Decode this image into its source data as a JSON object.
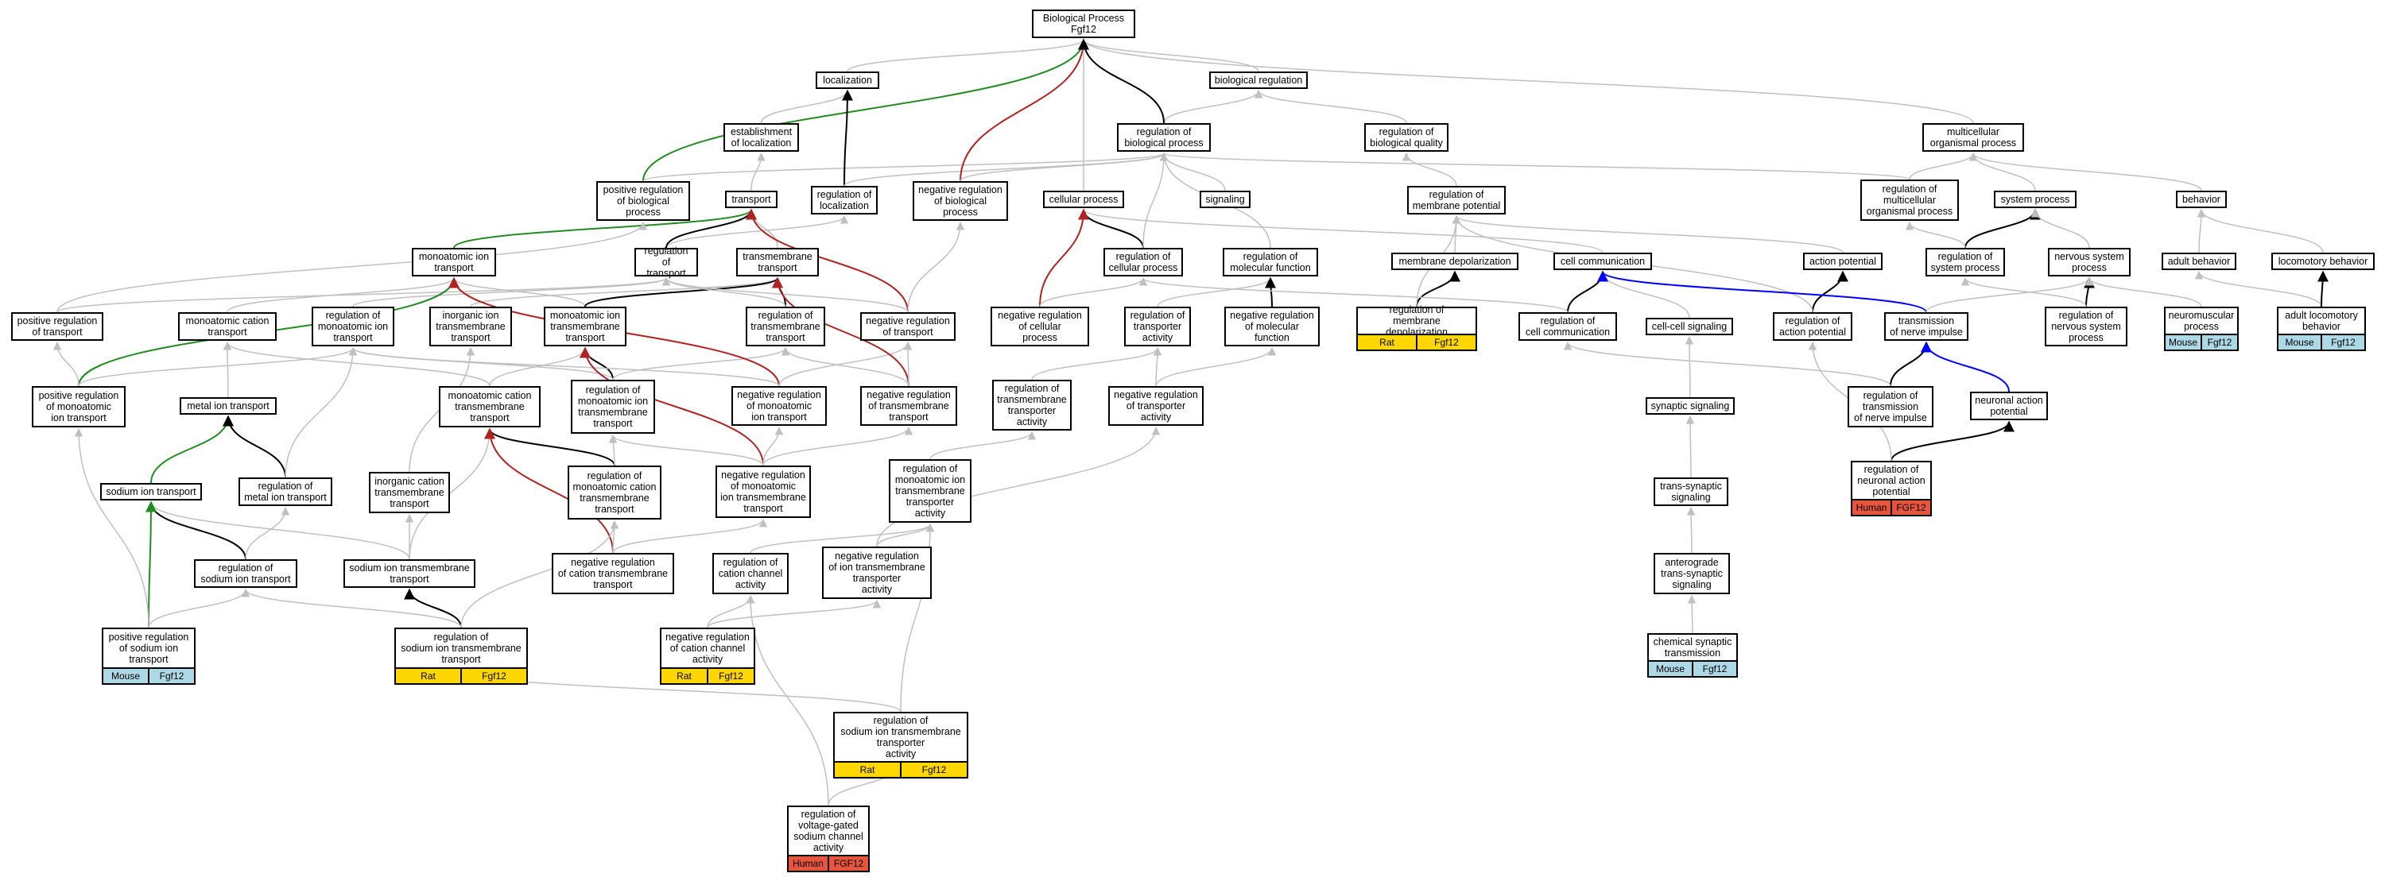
{
  "colors": {
    "gray": "#c0c0c0",
    "black": "#000000",
    "red": "#b22222",
    "green": "#228b22",
    "blue": "#0000ff",
    "rat": "#ffd700",
    "mouse": "#add8e6",
    "human": "#e8553d"
  },
  "nodes": {
    "bp": "Biological Process\nFgf12",
    "localization": "localization",
    "bioreg": "biological regulation",
    "establoc": "establishment\nof localization",
    "regbp": "regulation of\nbiological process",
    "regbq": "regulation of\nbiological quality",
    "multorg": "multicellular\norganismal process",
    "posregbp": "positive regulation\nof biological\nprocess",
    "transport": "transport",
    "regloc": "regulation of\nlocalization",
    "negregbp": "negative regulation\nof biological\nprocess",
    "cellproc": "cellular process",
    "signaling": "signaling",
    "regmempot": "regulation of\nmembrane potential",
    "regmultorg": "regulation of\nmulticellular\norganismal process",
    "sysproc": "system process",
    "behavior": "behavior",
    "monoion": "monoatomic ion\ntransport",
    "regtransport": "regulation of\ntransport",
    "tmtransport": "transmembrane\ntransport",
    "regcellproc": "regulation of\ncellular process",
    "regmolfunc": "regulation of\nmolecular function",
    "memdepol": "membrane depolarization",
    "cellcomm": "cell communication",
    "actpot": "action potential",
    "regsysproc": "regulation of\nsystem process",
    "nervsys": "nervous system\nprocess",
    "adultbeh": "adult behavior",
    "locobeh": "locomotory behavior",
    "posregtransport": "positive regulation\nof transport",
    "monocation": "monoatomic cation\ntransport",
    "regmonoion": "regulation of\nmonoatomic ion\ntransport",
    "inorgiontm": "inorganic ion\ntransmembrane\ntransport",
    "monoiontm": "monoatomic ion\ntransmembrane\ntransport",
    "regtmtransport": "regulation of\ntransmembrane\ntransport",
    "negregtransport": "negative regulation\nof transport",
    "negregcellproc": "negative regulation\nof cellular\nprocess",
    "regtransporteract": "regulation of\ntransporter\nactivity",
    "negregmolfunc": "negative regulation\nof molecular\nfunction",
    "regmemdepol": "regulation of\nmembrane depolarization",
    "regcellcomm": "regulation of\ncell communication",
    "cellcellsig": "cell-cell signaling",
    "regactpot": "regulation of\naction potential",
    "transnerve": "transmission\nof nerve impulse",
    "regnervsys": "regulation of\nnervous system\nprocess",
    "neuromusc": "neuromuscular\nprocess",
    "adultloco": "adult locomotory\nbehavior",
    "posregmonoion": "positive regulation\nof monoatomic\nion transport",
    "metalion": "metal ion transport",
    "monocationtm": "monoatomic cation\ntransmembrane\ntransport",
    "regmonoiontm": "regulation of\nmonoatomic ion\ntransmembrane\ntransport",
    "negregmonoion": "negative regulation\nof monoatomic\nion transport",
    "negregtmtransport": "negative regulation\nof transmembrane\ntransport",
    "regtmtransporteract": "regulation of\ntransmembrane\ntransporter\nactivity",
    "negregtransporteract": "negative regulation\nof transporter\nactivity",
    "synsig": "synaptic signaling",
    "regtransnerve": "regulation of\ntransmission\nof nerve impulse",
    "neuronactpot": "neuronal action\npotential",
    "sodiumion": "sodium ion transport",
    "regmetalion": "regulation of\nmetal ion transport",
    "inorgcationtm": "inorganic cation\ntransmembrane\ntransport",
    "regmonocationtm": "regulation of\nmonoatomic cation\ntransmembrane\ntransport",
    "negregmonoiontm": "negative regulation\nof monoatomic\nion transmembrane\ntransport",
    "regmonoiontmtransporter": "regulation of\nmonoatomic ion\ntransmembrane\ntransporter\nactivity",
    "transsyn": "trans-synaptic\nsignaling",
    "regneuronactpot": "regulation of\nneuronal action\npotential",
    "regsodium": "regulation of\nsodium ion transport",
    "sodiumtm": "sodium ion transmembrane\ntransport",
    "negregcationtm": "negative regulation\nof cation transmembrane\ntransport",
    "regcationchannel": "regulation of\ncation channel\nactivity",
    "negregiontmtransporter": "negative regulation\nof ion transmembrane\ntransporter\nactivity",
    "anterograde": "anterograde\ntrans-synaptic\nsignaling",
    "posregsodium": "positive regulation\nof sodium ion\ntransport",
    "regsodiumtm": "regulation of\nsodium ion transmembrane\ntransport",
    "negregcationchannel": "negative regulation\nof cation channel\nactivity",
    "chemsyn": "chemical synaptic\ntransmission",
    "regsodiumtmtransporter": "regulation of\nsodium ion transmembrane\ntransporter\nactivity",
    "regvgsodium": "regulation of\nvoltage-gated\nsodium channel\nactivity"
  },
  "annotations": {
    "regmemdepol": [
      "Rat",
      "Fgf12"
    ],
    "neuromusc": [
      "Mouse",
      "Fgf12"
    ],
    "adultloco": [
      "Mouse",
      "Fgf12"
    ],
    "regneuronactpot": [
      "Human",
      "FGF12"
    ],
    "chemsyn": [
      "Mouse",
      "Fgf12"
    ],
    "posregsodium": [
      "Mouse",
      "Fgf12"
    ],
    "regsodiumtm": [
      "Rat",
      "Fgf12"
    ],
    "negregcationchannel": [
      "Rat",
      "Fgf12"
    ],
    "regsodiumtmtransporter": [
      "Rat",
      "Fgf12"
    ],
    "regvgsodium": [
      "Human",
      "FGF12"
    ]
  },
  "edges": [
    [
      "localization",
      "bp",
      "gray"
    ],
    [
      "bioreg",
      "bp",
      "gray"
    ],
    [
      "establoc",
      "localization",
      "gray"
    ],
    [
      "regbp",
      "bioreg",
      "gray"
    ],
    [
      "regbq",
      "bioreg",
      "gray"
    ],
    [
      "multorg",
      "bp",
      "gray"
    ],
    [
      "posregbp",
      "bp",
      "green"
    ],
    [
      "posregbp",
      "regbp",
      "gray"
    ],
    [
      "transport",
      "establoc",
      "gray"
    ],
    [
      "regloc",
      "localization",
      "black"
    ],
    [
      "regloc",
      "regbp",
      "gray"
    ],
    [
      "negregbp",
      "bp",
      "red"
    ],
    [
      "negregbp",
      "regbp",
      "gray"
    ],
    [
      "cellproc",
      "bp",
      "gray"
    ],
    [
      "regbp",
      "bp",
      "black"
    ],
    [
      "signaling",
      "regbp",
      "gray"
    ],
    [
      "regmempot",
      "regbq",
      "gray"
    ],
    [
      "regmultorg",
      "multorg",
      "gray"
    ],
    [
      "regmultorg",
      "regbp",
      "gray"
    ],
    [
      "sysproc",
      "multorg",
      "gray"
    ],
    [
      "behavior",
      "multorg",
      "gray"
    ],
    [
      "monoion",
      "transport",
      "green"
    ],
    [
      "regtransport",
      "regloc",
      "gray"
    ],
    [
      "regtransport",
      "transport",
      "black"
    ],
    [
      "tmtransport",
      "transport",
      "gray"
    ],
    [
      "regcellproc",
      "cellproc",
      "black"
    ],
    [
      "regcellproc",
      "regbp",
      "gray"
    ],
    [
      "regmolfunc",
      "regbp",
      "gray"
    ],
    [
      "memdepol",
      "regmempot",
      "gray"
    ],
    [
      "cellcomm",
      "cellproc",
      "gray"
    ],
    [
      "actpot",
      "regmempot",
      "gray"
    ],
    [
      "regsysproc",
      "sysproc",
      "black"
    ],
    [
      "regsysproc",
      "regmultorg",
      "gray"
    ],
    [
      "nervsys",
      "sysproc",
      "gray"
    ],
    [
      "adultbeh",
      "behavior",
      "gray"
    ],
    [
      "locobeh",
      "behavior",
      "gray"
    ],
    [
      "posregtransport",
      "regtransport",
      "gray"
    ],
    [
      "posregtransport",
      "posregbp",
      "gray"
    ],
    [
      "monocation",
      "monoion",
      "gray"
    ],
    [
      "regmonoion",
      "regtransport",
      "gray"
    ],
    [
      "inorgiontm",
      "tmtransport",
      "gray"
    ],
    [
      "monoiontm",
      "monoion",
      "gray"
    ],
    [
      "monoiontm",
      "tmtransport",
      "black"
    ],
    [
      "regtmtransport",
      "tmtransport",
      "black"
    ],
    [
      "regtmtransport",
      "regtransport",
      "gray"
    ],
    [
      "negregtransport",
      "transport",
      "red"
    ],
    [
      "negregtransport",
      "regtransport",
      "gray"
    ],
    [
      "negregtransport",
      "negregbp",
      "gray"
    ],
    [
      "negregcellproc",
      "cellproc",
      "red"
    ],
    [
      "negregcellproc",
      "regcellproc",
      "gray"
    ],
    [
      "regtransporteract",
      "regmolfunc",
      "gray"
    ],
    [
      "negregmolfunc",
      "regmolfunc",
      "black"
    ],
    [
      "regmemdepol",
      "memdepol",
      "black"
    ],
    [
      "regmemdepol",
      "regmempot",
      "gray"
    ],
    [
      "regcellcomm",
      "cellcomm",
      "black"
    ],
    [
      "regcellcomm",
      "regcellproc",
      "gray"
    ],
    [
      "cellcellsig",
      "cellcomm",
      "gray"
    ],
    [
      "regactpot",
      "actpot",
      "black"
    ],
    [
      "regactpot",
      "regmempot",
      "gray"
    ],
    [
      "transnerve",
      "cellcomm",
      "blue"
    ],
    [
      "transnerve",
      "nervsys",
      "gray"
    ],
    [
      "regnervsys",
      "nervsys",
      "black"
    ],
    [
      "regnervsys",
      "regsysproc",
      "gray"
    ],
    [
      "neuromusc",
      "nervsys",
      "gray"
    ],
    [
      "adultloco",
      "adultbeh",
      "gray"
    ],
    [
      "adultloco",
      "locobeh",
      "black"
    ],
    [
      "posregmonoion",
      "monoion",
      "green"
    ],
    [
      "posregmonoion",
      "regmonoion",
      "gray"
    ],
    [
      "posregmonoion",
      "posregtransport",
      "gray"
    ],
    [
      "metalion",
      "monocation",
      "gray"
    ],
    [
      "monocationtm",
      "monoiontm",
      "gray"
    ],
    [
      "monocationtm",
      "monocation",
      "gray"
    ],
    [
      "regmonoiontm",
      "monoiontm",
      "black"
    ],
    [
      "regmonoiontm",
      "regmonoion",
      "gray"
    ],
    [
      "regmonoiontm",
      "regtmtransport",
      "gray"
    ],
    [
      "negregmonoion",
      "monoion",
      "red"
    ],
    [
      "negregmonoion",
      "regmonoion",
      "gray"
    ],
    [
      "negregmonoion",
      "negregtransport",
      "gray"
    ],
    [
      "negregtmtransport",
      "tmtransport",
      "red"
    ],
    [
      "negregtmtransport",
      "regtmtransport",
      "gray"
    ],
    [
      "negregtmtransport",
      "negregtransport",
      "gray"
    ],
    [
      "regtmtransporteract",
      "regtransporteract",
      "gray"
    ],
    [
      "negregtransporteract",
      "regtransporteract",
      "gray"
    ],
    [
      "negregtransporteract",
      "negregmolfunc",
      "gray"
    ],
    [
      "synsig",
      "cellcellsig",
      "gray"
    ],
    [
      "regtransnerve",
      "transnerve",
      "black"
    ],
    [
      "regtransnerve",
      "regcellcomm",
      "gray"
    ],
    [
      "neuronactpot",
      "transnerve",
      "blue"
    ],
    [
      "sodiumion",
      "metalion",
      "green"
    ],
    [
      "regmetalion",
      "metalion",
      "black"
    ],
    [
      "regmetalion",
      "regmonoion",
      "gray"
    ],
    [
      "inorgcationtm",
      "inorgiontm",
      "gray"
    ],
    [
      "regmonocationtm",
      "monocationtm",
      "black"
    ],
    [
      "regmonocationtm",
      "regmonoiontm",
      "gray"
    ],
    [
      "negregmonoiontm",
      "monoiontm",
      "red"
    ],
    [
      "negregmonoiontm",
      "regmonoiontm",
      "gray"
    ],
    [
      "negregmonoiontm",
      "negregmonoion",
      "gray"
    ],
    [
      "negregmonoiontm",
      "negregtmtransport",
      "gray"
    ],
    [
      "regmonoiontmtransporter",
      "regtmtransporteract",
      "gray"
    ],
    [
      "transsyn",
      "synsig",
      "gray"
    ],
    [
      "regneuronactpot",
      "neuronactpot",
      "black"
    ],
    [
      "regneuronactpot",
      "regactpot",
      "gray"
    ],
    [
      "regsodium",
      "sodiumion",
      "black"
    ],
    [
      "regsodium",
      "regmetalion",
      "gray"
    ],
    [
      "sodiumtm",
      "inorgcationtm",
      "gray"
    ],
    [
      "sodiumtm",
      "monocationtm",
      "gray"
    ],
    [
      "sodiumtm",
      "sodiumion",
      "gray"
    ],
    [
      "negregcationtm",
      "monocationtm",
      "red"
    ],
    [
      "negregcationtm",
      "regmonocationtm",
      "gray"
    ],
    [
      "negregcationtm",
      "negregmonoiontm",
      "gray"
    ],
    [
      "regcationchannel",
      "regmonoiontmtransporter",
      "gray"
    ],
    [
      "negregiontmtransporter",
      "regmonoiontmtransporter",
      "gray"
    ],
    [
      "negregiontmtransporter",
      "negregtransporteract",
      "gray"
    ],
    [
      "anterograde",
      "transsyn",
      "gray"
    ],
    [
      "posregsodium",
      "sodiumion",
      "green"
    ],
    [
      "posregsodium",
      "regsodium",
      "gray"
    ],
    [
      "posregsodium",
      "posregmonoion",
      "gray"
    ],
    [
      "regsodiumtm",
      "sodiumtm",
      "black"
    ],
    [
      "regsodiumtm",
      "regsodium",
      "gray"
    ],
    [
      "regsodiumtm",
      "regmonocationtm",
      "gray"
    ],
    [
      "negregcationchannel",
      "regcationchannel",
      "gray"
    ],
    [
      "negregcationchannel",
      "negregiontmtransporter",
      "gray"
    ],
    [
      "chemsyn",
      "anterograde",
      "gray"
    ],
    [
      "regsodiumtmtransporter",
      "regsodiumtm",
      "gray"
    ],
    [
      "regsodiumtmtransporter",
      "regmonoiontmtransporter",
      "gray"
    ],
    [
      "regvgsodium",
      "regsodiumtmtransporter",
      "gray"
    ],
    [
      "regvgsodium",
      "regcationchannel",
      "gray"
    ]
  ]
}
